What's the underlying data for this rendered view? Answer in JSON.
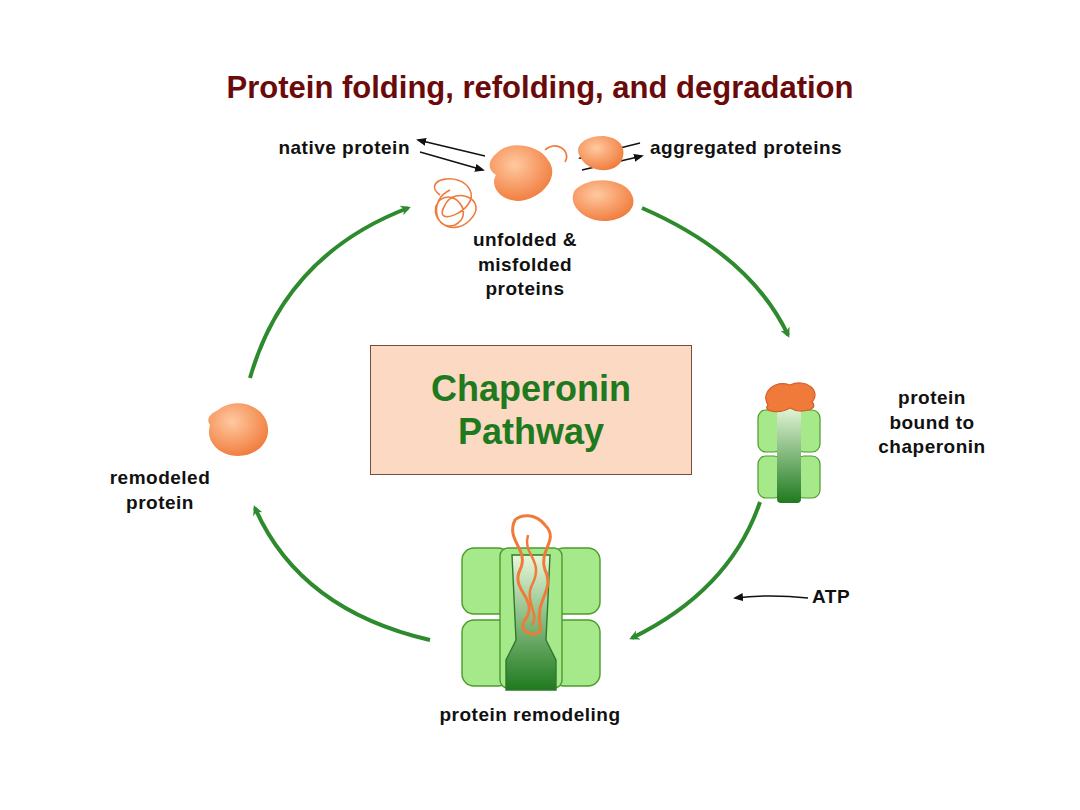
{
  "diagram": {
    "title": "Protein folding, refolding, and degradation",
    "nodes": [
      {
        "text": [
          "Chaperonin Pathway"
        ]
      }
    ],
    "labels": [
      "native protein",
      "aggregated proteins",
      "unfolded & misfolded proteins",
      "protein bound to chaperonin",
      "ATP",
      "protein remodeling",
      "remodeled protein"
    ]
  }
}
